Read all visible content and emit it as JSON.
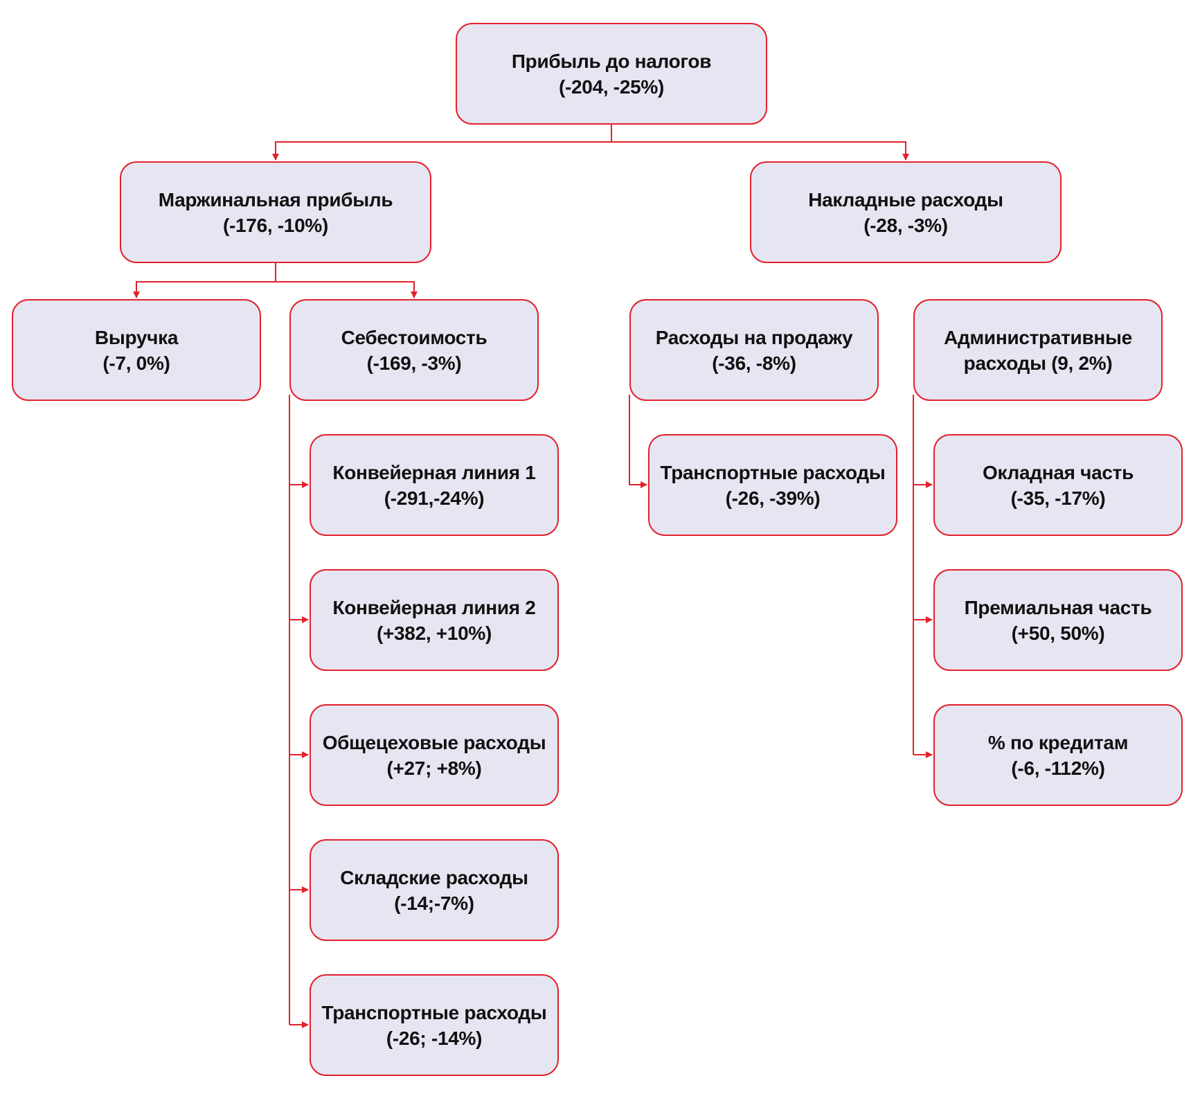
{
  "colors": {
    "accent": "#e2212b",
    "node_fill": "#e6e6f2",
    "text": "#111111"
  },
  "nodes": {
    "root": {
      "title": "Прибыль до налогов",
      "value": "(-204, -25%)"
    },
    "margin": {
      "title": "Маржинальная прибыль",
      "value": "(-176, -10%)"
    },
    "overhead": {
      "title": "Накладные расходы",
      "value": "(-28, -3%)"
    },
    "revenue": {
      "title": "Выручка",
      "value": "(-7, 0%)"
    },
    "cost": {
      "title": "Себестоимость",
      "value": "(-169, -3%)"
    },
    "sales": {
      "title": "Расходы на продажу",
      "value": "(-36, -8%)"
    },
    "admin": {
      "title": "Административные",
      "value": "расходы (9, 2%)"
    },
    "line1": {
      "title": "Конвейерная линия 1",
      "value": "(-291,-24%)"
    },
    "line2": {
      "title": "Конвейерная линия 2",
      "value": "(+382, +10%)"
    },
    "shop": {
      "title": "Общецеховые расходы",
      "value": "(+27; +8%)"
    },
    "storage": {
      "title": "Складские расходы",
      "value": "(-14;-7%)"
    },
    "transport_cost": {
      "title": "Транспортные расходы",
      "value": "(-26; -14%)"
    },
    "transport_sales": {
      "title": "Транспортные расходы",
      "value": "(-26, -39%)"
    },
    "salary": {
      "title": "Окладная часть",
      "value": "(-35, -17%)"
    },
    "bonus": {
      "title": "Премиальная часть",
      "value": "(+50, 50%)"
    },
    "credit": {
      "title": "% по кредитам",
      "value": "(-6, -112%)"
    }
  }
}
